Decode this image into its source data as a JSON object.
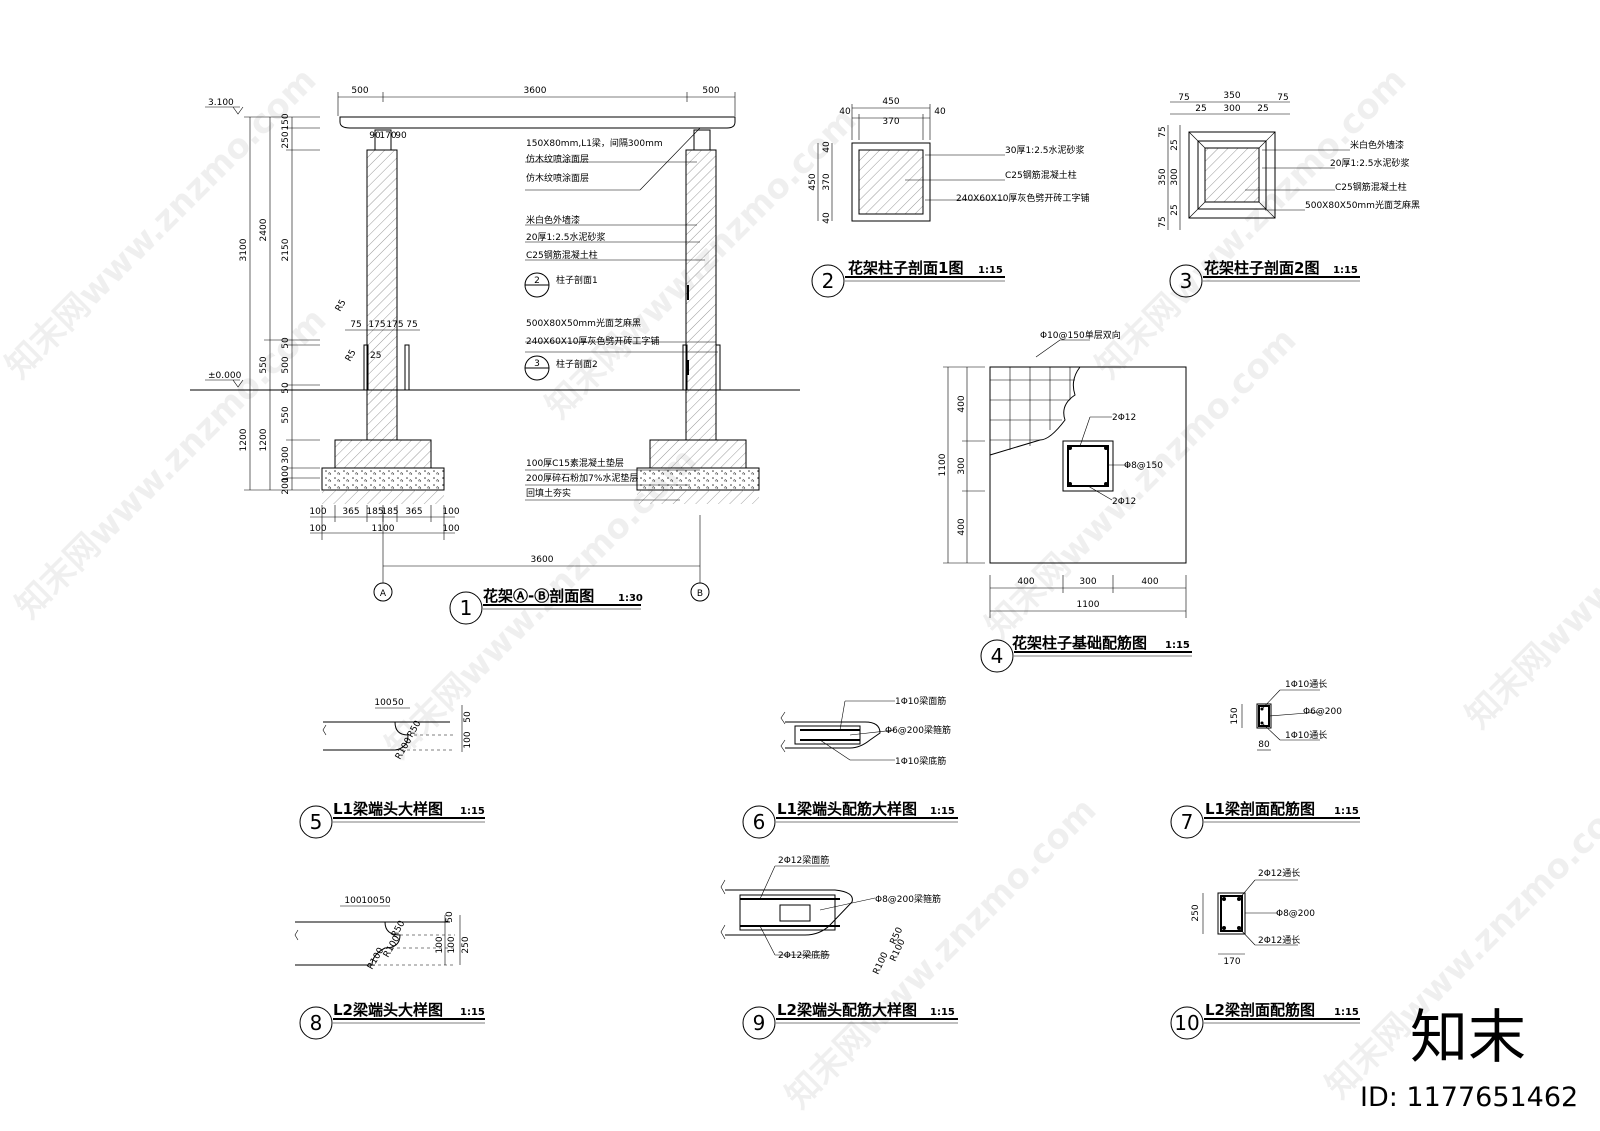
{
  "dims": {
    "d500a": "500",
    "d3600": "3600",
    "d500b": "500",
    "v3100": "3100",
    "v2400": "2400",
    "v550a": "550",
    "v1200a": "1200",
    "v150a": "150",
    "v250": "250",
    "v2150": "2150",
    "v50a": "50",
    "v500": "500",
    "v50b": "50",
    "v550b": "550",
    "v1200b": "1200",
    "v300": "300",
    "v100": "100",
    "v200": "200",
    "d90": "90",
    "d170": "170",
    "d90b": "90",
    "d75a": "75",
    "d175a": "175",
    "d175b": "175",
    "d75b": "75",
    "r5a": "R5",
    "r5b": "R5",
    "d25": "25",
    "f100a": "100",
    "f365a": "365",
    "f185a": "185",
    "f185b": "185",
    "f365b": "365",
    "f100b": "100",
    "f100c": "100",
    "f1100": "1100",
    "f100d": "100",
    "b3600": "3600",
    "elev_top": "3.100",
    "elev_zero": "±0.000",
    "axisA": "A",
    "axisB": "B",
    "s2_450": "450",
    "s2_40a": "40",
    "s2_370": "370",
    "s2_40b": "40",
    "s2_v40a": "40",
    "s2_v370": "370",
    "s2_v40b": "40",
    "s2_v450": "450",
    "s3_75a": "75",
    "s3_350": "350",
    "s3_75b": "75",
    "s3_25a": "25",
    "s3_300": "300",
    "s3_25b": "25",
    "s3_v75a": "75",
    "s3_v25a": "25",
    "s3_v300": "300",
    "s3_v25b": "25",
    "s3_v75b": "75",
    "s3_v350": "350",
    "f4_400a": "400",
    "f4_300": "300",
    "f4_400b": "400",
    "f4_1100": "1100",
    "f4_v400a": "400",
    "f4_v300": "300",
    "f4_v400b": "400",
    "f4_v1100": "1100",
    "l1_100": "100",
    "l1_50": "50",
    "l1_v50": "50",
    "l1_v100": "100",
    "l1_r50": "R50",
    "l1_r100": "R100",
    "l7_150": "150",
    "l7_80": "80",
    "l2_100a": "100",
    "l2_100b": "100",
    "l2_50": "50",
    "l2_v50": "50",
    "l2_v100a": "100",
    "l2_v100b": "100",
    "l2_v250": "250",
    "l2_r50": "R50",
    "l2_r100a": "R100",
    "l2_r100b": "R100",
    "l9_r50": "R50",
    "l9_r100a": "R100",
    "l9_r100b": "R100",
    "l10_250": "250",
    "l10_170": "170"
  },
  "labels1": [
    "150X80mm,L1梁，间隔300mm",
    "仿木纹喷涂面层",
    "仿木纹喷涂面层",
    "米白色外墙漆",
    "20厚1:2.5水泥砂浆",
    "C25钢筋混凝土柱",
    "柱子剖面1",
    "500X80X50mm光面芝麻黑",
    "240X60X10厚灰色劈开砖工字铺",
    "柱子剖面2",
    "100厚C15素混凝土垫层",
    "200厚碎石粉加7%水泥垫层",
    "回填土夯实"
  ],
  "labels2": [
    "30厚1:2.5水泥砂浆",
    "C25钢筋混凝土柱",
    "240X60X10厚灰色劈开砖工字铺"
  ],
  "labels3": [
    "米白色外墙漆",
    "20厚1:2.5水泥砂浆",
    "C25钢筋混凝土柱",
    "500X80X50mm光面芝麻黑"
  ],
  "labels4": {
    "mesh": "Φ10@150单层双向",
    "top": "2Φ12",
    "stir": "Φ8@150",
    "bot": "2Φ12"
  },
  "labels6": [
    "1Φ10梁面筋",
    "Φ6@200梁箍筋",
    "1Φ10梁底筋"
  ],
  "labels7": [
    "1Φ10通长",
    "Φ6@200",
    "1Φ10通长"
  ],
  "labels9": [
    "2Φ12梁面筋",
    "Φ8@200梁箍筋",
    "2Φ12梁底筋"
  ],
  "labels10": [
    "2Φ12通长",
    "Φ8@200",
    "2Φ12通长"
  ],
  "titles": [
    {
      "num": "1",
      "text": "花架Ⓐ-Ⓑ剖面图",
      "scale": "1:30"
    },
    {
      "num": "2",
      "text": "花架柱子剖面1图",
      "scale": "1:15"
    },
    {
      "num": "3",
      "text": "花架柱子剖面2图",
      "scale": "1:15"
    },
    {
      "num": "4",
      "text": "花架柱子基础配筋图",
      "scale": "1:15"
    },
    {
      "num": "5",
      "text": "L1梁端头大样图",
      "scale": "1:15"
    },
    {
      "num": "6",
      "text": "L1梁端头配筋大样图",
      "scale": "1:15"
    },
    {
      "num": "7",
      "text": "L1梁剖面配筋图",
      "scale": "1:15"
    },
    {
      "num": "8",
      "text": "L2梁端头大样图",
      "scale": "1:15"
    },
    {
      "num": "9",
      "text": "L2梁端头配筋大样图",
      "scale": "1:15"
    },
    {
      "num": "10",
      "text": "L2梁剖面配筋图",
      "scale": "1:15"
    }
  ],
  "markers": [
    {
      "num": "2"
    },
    {
      "num": "3"
    }
  ],
  "brand": {
    "logo": "知末",
    "id": "ID: 1177651462",
    "watermark": "知末网www.znzmo.com"
  }
}
